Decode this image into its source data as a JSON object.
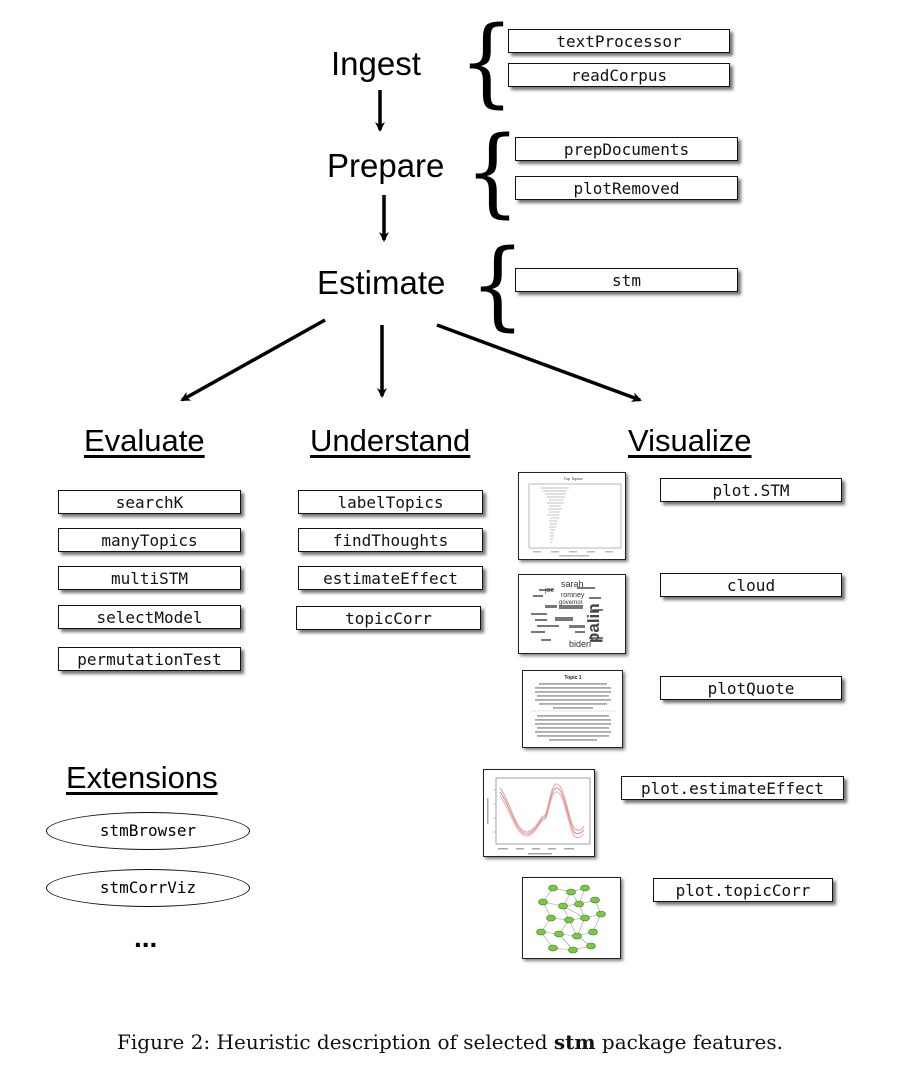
{
  "stages": {
    "ingest": "Ingest",
    "prepare": "Prepare",
    "estimate": "Estimate"
  },
  "ingest_functions": [
    "textProcessor",
    "readCorpus"
  ],
  "prepare_functions": [
    "prepDocuments",
    "plotRemoved"
  ],
  "estimate_functions": [
    "stm"
  ],
  "evaluate": {
    "heading": "Evaluate",
    "functions": [
      "searchK",
      "manyTopics",
      "multiSTM",
      "selectModel",
      "permutationTest"
    ]
  },
  "understand": {
    "heading": "Understand",
    "functions": [
      "labelTopics",
      "findThoughts",
      "estimateEffect",
      "topicCorr"
    ]
  },
  "visualize": {
    "heading": "Visualize",
    "functions": [
      "plot.STM",
      "cloud",
      "plotQuote",
      "plot.estimateEffect",
      "plot.topicCorr"
    ]
  },
  "extensions": {
    "heading": "Extensions",
    "items": [
      "stmBrowser",
      "stmCorrViz"
    ],
    "more": "..."
  },
  "caption": {
    "prefix": "Figure 2:  Heuristic description of selected ",
    "package": "stm",
    "suffix": " package features."
  },
  "thumbnails": {
    "cloud_words": [
      "sarah",
      "joe",
      "romney",
      "governor",
      "palin",
      "biden"
    ],
    "quote_title": "Topic 1",
    "plot_stm_title": "Top Topics"
  },
  "colors": {
    "ink": "#111111",
    "effect_line": "#d98a8a",
    "topic_node": "#7ac943"
  }
}
